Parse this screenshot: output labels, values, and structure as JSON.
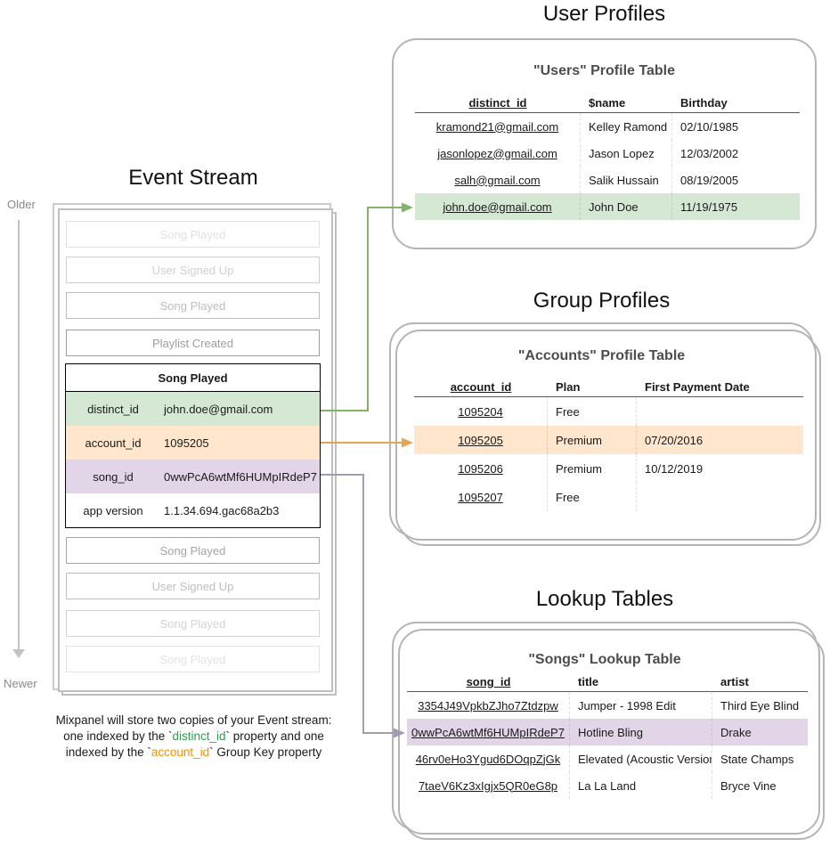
{
  "colors": {
    "green_bg": "#d5e8d4",
    "orange_bg": "#ffe6cc",
    "purple_bg": "#e1d5e7",
    "green_arrow": "#82b366",
    "orange_arrow": "#e3a455",
    "purple_arrow": "#a49bb2",
    "caption_green": "#2f9e4f",
    "caption_orange": "#f59100"
  },
  "event_stream": {
    "title": "Event Stream",
    "older_label": "Older",
    "newer_label": "Newer",
    "events_before": [
      {
        "label": "Song Played",
        "opacity": 0.3
      },
      {
        "label": "User Signed Up",
        "opacity": 0.48
      },
      {
        "label": "Song Played",
        "opacity": 0.68
      },
      {
        "label": "Playlist Created",
        "opacity": 1.0
      }
    ],
    "focused_event": {
      "title": "Song Played",
      "properties": [
        {
          "key": "distinct_id",
          "value": "john.doe@gmail.com",
          "bg": "#d5e8d4"
        },
        {
          "key": "account_id",
          "value": "1095205",
          "bg": "#ffe6cc"
        },
        {
          "key": "song_id",
          "value": "0wwPcA6wtMf6HUMpIRdeP7",
          "bg": "#e1d5e7"
        },
        {
          "key": "app version",
          "value": "1.1.34.694.gac68a2b3",
          "bg": "#ffffff"
        }
      ]
    },
    "events_after": [
      {
        "label": "Song Played",
        "opacity": 0.92
      },
      {
        "label": "User Signed Up",
        "opacity": 0.66
      },
      {
        "label": "Song Played",
        "opacity": 0.45
      },
      {
        "label": "Song Played",
        "opacity": 0.28
      }
    ],
    "caption_lines": [
      [
        {
          "t": "Mixpanel will store two copies of your Event stream:"
        }
      ],
      [
        {
          "t": "one indexed by the `"
        },
        {
          "t": "distinct_id",
          "c": "#2f9e4f"
        },
        {
          "t": "` property and one"
        }
      ],
      [
        {
          "t": "indexed by the `"
        },
        {
          "t": "account_id",
          "c": "#f59100"
        },
        {
          "t": "` Group Key property"
        }
      ]
    ]
  },
  "user_profiles": {
    "section_title": "User Profiles",
    "table_title": "\"Users\" Profile Table",
    "table": {
      "columns": [
        "distinct_id",
        "$name",
        "Birthday"
      ],
      "key_column": 0,
      "rows": [
        [
          "kramond21@gmail.com",
          "Kelley Ramond",
          "02/10/1985"
        ],
        [
          "jasonlopez@gmail.com",
          "Jason Lopez",
          "12/03/2002"
        ],
        [
          "salh@gmail.com",
          "Salik Hussain",
          "08/19/2005"
        ],
        [
          "john.doe@gmail.com",
          "John Doe",
          "11/19/1975"
        ]
      ],
      "highlight_row": 3,
      "highlight_color": "#d5e8d4"
    }
  },
  "group_profiles": {
    "section_title": "Group Profiles",
    "table_title": "\"Accounts\" Profile Table",
    "table": {
      "columns": [
        "account_id",
        "Plan",
        "First Payment Date"
      ],
      "key_column": 0,
      "rows": [
        [
          "1095204",
          "Free",
          ""
        ],
        [
          "1095205",
          "Premium",
          "07/20/2016"
        ],
        [
          "1095206",
          "Premium",
          "10/12/2019"
        ],
        [
          "1095207",
          "Free",
          ""
        ]
      ],
      "highlight_row": 1,
      "highlight_color": "#ffe6cc"
    }
  },
  "lookup_tables": {
    "section_title": "Lookup Tables",
    "table_title": "\"Songs\" Lookup Table",
    "table": {
      "columns": [
        "song_id",
        "title",
        "artist"
      ],
      "key_column": 0,
      "rows": [
        [
          "3354J49VpkbZJho7Ztdzpw",
          "Jumper - 1998 Edit",
          "Third Eye Blind"
        ],
        [
          "0wwPcA6wtMf6HUMpIRdeP7",
          "Hotline Bling",
          "Drake"
        ],
        [
          "46rv0eHo3Ygud6DOqpZjGk",
          "Elevated (Acoustic Version)",
          "State Champs"
        ],
        [
          "7taeV6Kz3xIgjx5QR0eG8p",
          "La La Land",
          "Bryce Vine"
        ]
      ],
      "highlight_row": 1,
      "highlight_color": "#e1d5e7"
    }
  }
}
